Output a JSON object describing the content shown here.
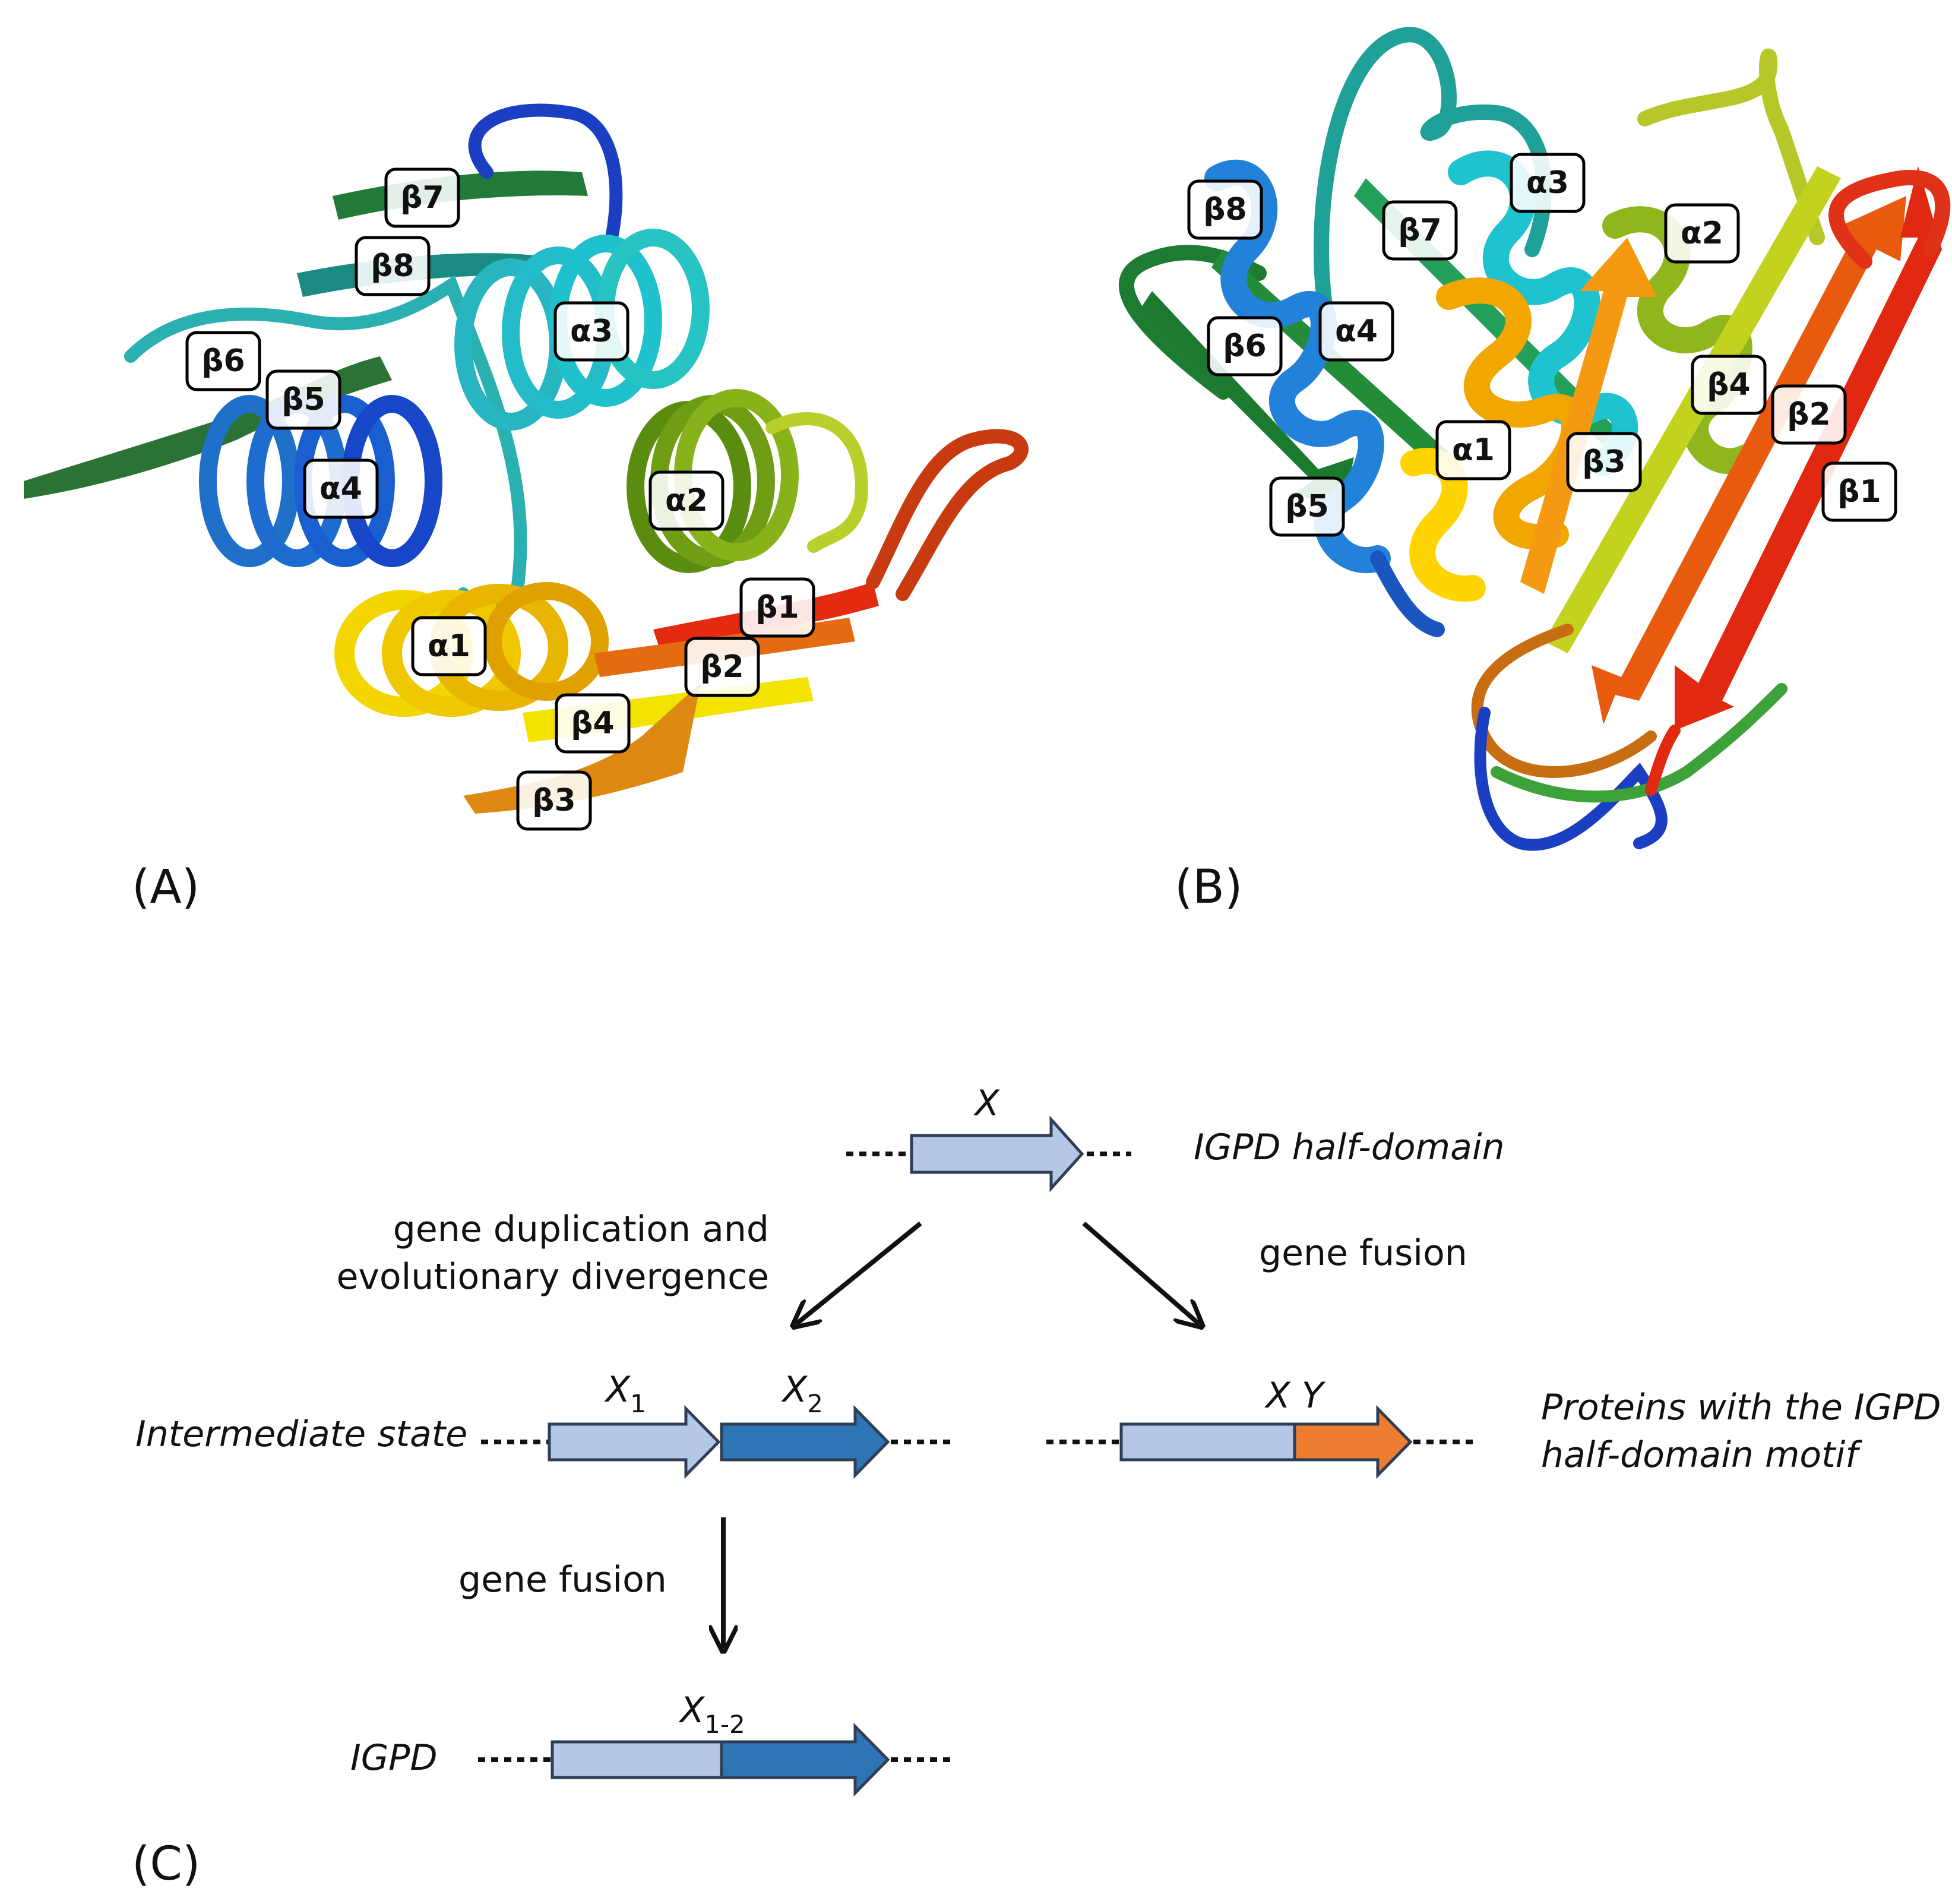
{
  "panels": {
    "a": {
      "label": "(A)",
      "elements": [
        {
          "label": "β7"
        },
        {
          "label": "β8"
        },
        {
          "label": "β6"
        },
        {
          "label": "β5"
        },
        {
          "label": "α3"
        },
        {
          "label": "α4"
        },
        {
          "label": "α2"
        },
        {
          "label": "α1"
        },
        {
          "label": "β1"
        },
        {
          "label": "β2"
        },
        {
          "label": "β4"
        },
        {
          "label": "β3"
        }
      ]
    },
    "b": {
      "label": "(B)",
      "elements": [
        {
          "label": "β8"
        },
        {
          "label": "β7"
        },
        {
          "label": "α3"
        },
        {
          "label": "α2"
        },
        {
          "label": "β6"
        },
        {
          "label": "α4"
        },
        {
          "label": "β4"
        },
        {
          "label": "β2"
        },
        {
          "label": "α1"
        },
        {
          "label": "β3"
        },
        {
          "label": "β1"
        },
        {
          "label": "β5"
        }
      ]
    },
    "c": {
      "label": "(C)",
      "top_gene": {
        "name": "X",
        "description": "IGPD half-domain"
      },
      "left_branch_text": [
        "gene duplication and",
        "evolutionary divergence"
      ],
      "right_branch_text": "gene fusion",
      "intermediate": {
        "description": "Intermediate state",
        "gene1": {
          "name": "X",
          "sub": "1"
        },
        "gene2": {
          "name": "X",
          "sub": "2"
        }
      },
      "fusion_product": {
        "name": "X Y",
        "description": [
          "Proteins with the IGPD",
          "half-domain motif"
        ]
      },
      "down_branch_text": "gene fusion",
      "final": {
        "name": "X",
        "sub": "1-2",
        "description": "IGPD"
      }
    }
  },
  "colors": {
    "light_blue": "#b4c7e7",
    "dark_blue": "#2e75b6",
    "orange": "#ed7d31",
    "outline": "#2f3e55"
  }
}
